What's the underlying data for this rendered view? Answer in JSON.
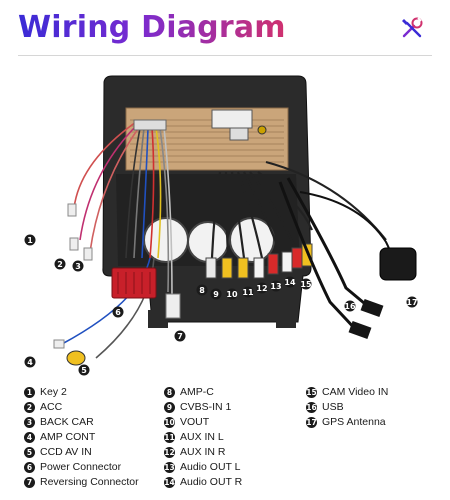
{
  "header": {
    "title": "Wiring Diagram",
    "logo_icon": "tools-icon",
    "accent_colors": [
      "#3a2bd6",
      "#7a2bd0",
      "#d0316e"
    ]
  },
  "diagram": {
    "callouts": [
      "1",
      "2",
      "3",
      "4",
      "5",
      "6",
      "7",
      "8",
      "9",
      "10",
      "11",
      "12",
      "13",
      "14",
      "15",
      "16",
      "17"
    ]
  },
  "legend": {
    "items": [
      {
        "number": "1",
        "label": "Key 2"
      },
      {
        "number": "2",
        "label": "ACC"
      },
      {
        "number": "3",
        "label": "BACK CAR"
      },
      {
        "number": "4",
        "label": "AMP CONT"
      },
      {
        "number": "5",
        "label": "CCD AV IN"
      },
      {
        "number": "6",
        "label": "Power Connector"
      },
      {
        "number": "7",
        "label": "Reversing Connector"
      },
      {
        "number": "8",
        "label": "AMP-C"
      },
      {
        "number": "9",
        "label": "CVBS-IN 1"
      },
      {
        "number": "10",
        "label": "VOUT"
      },
      {
        "number": "11",
        "label": "AUX IN L"
      },
      {
        "number": "12",
        "label": "AUX IN R"
      },
      {
        "number": "13",
        "label": "Audio OUT L"
      },
      {
        "number": "14",
        "label": "Audio OUT R"
      },
      {
        "number": "15",
        "label": "CAM Video IN"
      },
      {
        "number": "16",
        "label": "USB"
      },
      {
        "number": "17",
        "label": "GPS Antenna"
      }
    ]
  }
}
